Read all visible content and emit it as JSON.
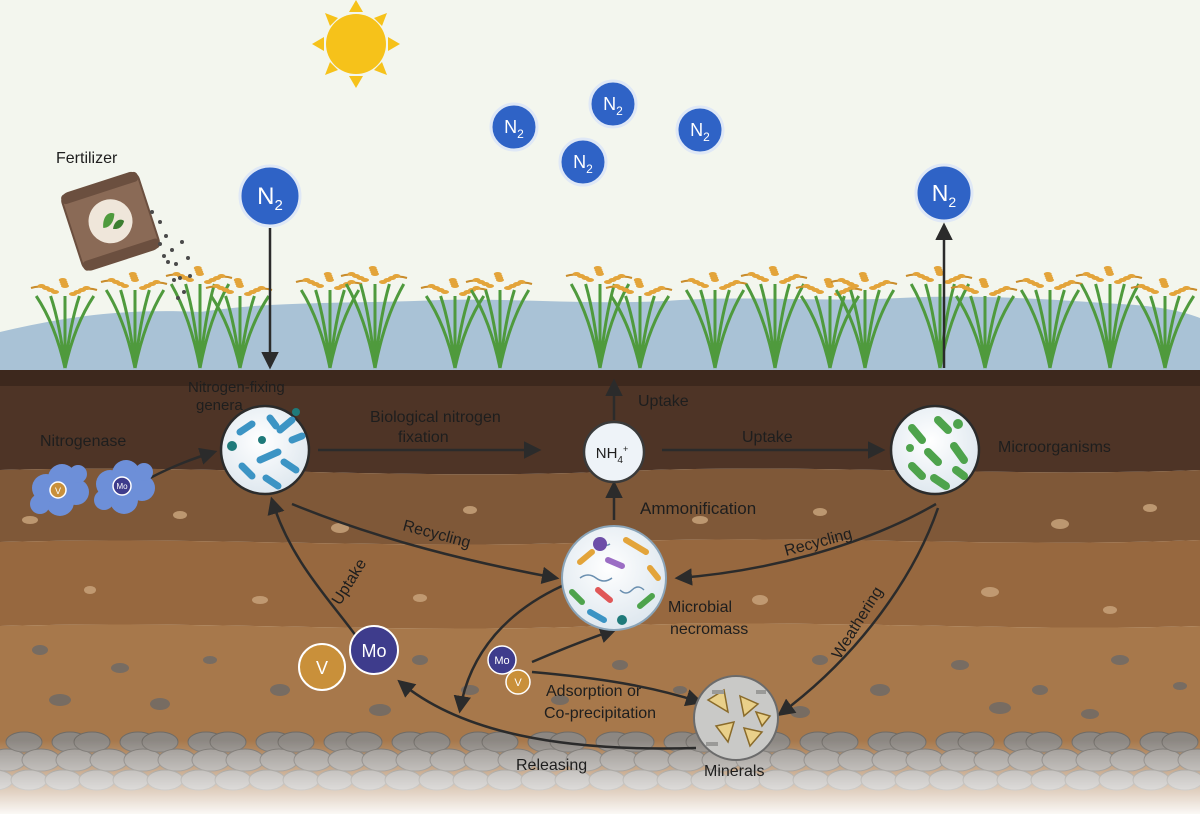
{
  "molecules": {
    "n2": "N",
    "n2_sub": "2",
    "nh4": "NH",
    "nh4_sub": "4",
    "nh4_sup": "+",
    "mo": "Mo",
    "v": "V"
  },
  "labels": {
    "fertilizer": "Fertilizer",
    "nitrogen_fixing_1": "Nitrogen-fixing",
    "nitrogen_fixing_2": "genera",
    "nitrogenase": "Nitrogenase",
    "bnf_1": "Biological nitrogen",
    "bnf_2": "fixation",
    "uptake_top": "Uptake",
    "uptake_right": "Uptake",
    "uptake_left": "Uptake",
    "microorganisms": "Microorganisms",
    "ammonification": "Ammonification",
    "recycling_left": "Recycling",
    "recycling_right": "Recycling",
    "necromass_1": "Microbial",
    "necromass_2": "necromass",
    "weathering": "Weathering",
    "adsorption_1": "Adsorption or",
    "adsorption_2": "Co-precipitation",
    "releasing": "Releasing",
    "minerals": "Minerals"
  },
  "colors": {
    "sky": "#f3f6ee",
    "sun": "#f6c21a",
    "n2_fill": "#2f63c6",
    "water": "#a9c2d6",
    "topsoil": "#4e3426",
    "layer2": "#7f5838",
    "layer3": "#97683f",
    "layer4": "#a7784b",
    "gravel": "#8c8782",
    "arrow": "#2b2b2b",
    "rice_leaf": "#4f9a3d",
    "rice_grain": "#e3a43a",
    "mo": "#3e3c8c",
    "v": "#c9903a"
  }
}
